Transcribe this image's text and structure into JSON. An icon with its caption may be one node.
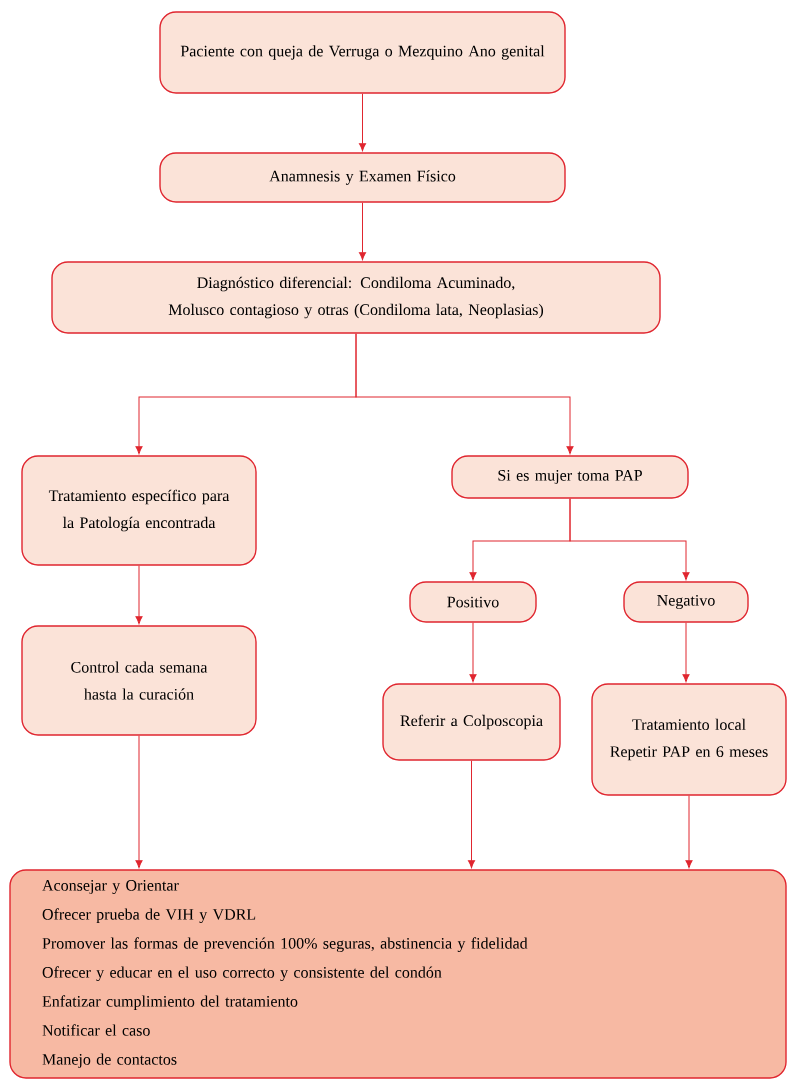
{
  "diagram": {
    "nodes": [
      {
        "text": [
          "Paciente con queja de Verruga o Mezquino Ano genital"
        ]
      },
      {
        "text": [
          "Anamnesis y Examen Físico"
        ]
      },
      {
        "text": [
          "Diagnóstico diferencial: Condiloma Acuminado, Molusco contagioso y otras (Condiloma lata, Neoplasias)"
        ]
      },
      {
        "text": [
          "Tratamiento específico para la Patología encontrada"
        ]
      },
      {
        "text": [
          "Si es mujer toma PAP"
        ]
      },
      {
        "text": [
          "Control cada semana hasta la curación"
        ]
      },
      {
        "text": [
          "Positivo"
        ]
      },
      {
        "text": [
          "Negativo"
        ]
      },
      {
        "text": [
          "Referir a Colposcopia"
        ]
      },
      {
        "text": [
          "Tratamiento local Repetir PAP en 6 meses"
        ]
      },
      {
        "text": [
          "Aconsejar y Orientar",
          "Ofrecer prueba de VIH y VDRL",
          "Promover las formas de prevención 100% seguras, abstinencia y fidelidad",
          "Ofrecer y educar en el uso correcto y consistente del condón",
          "Enfatizar cumplimiento del tratamiento",
          "Notificar el caso",
          "Manejo de contactos"
        ]
      }
    ],
    "edges": [
      {
        "from": 0,
        "to": 1,
        "arrow": "to"
      },
      {
        "from": 1,
        "to": 2,
        "arrow": "to"
      },
      {
        "from": 2,
        "to": 3,
        "arrow": "to"
      },
      {
        "from": 2,
        "to": 4,
        "arrow": "to"
      },
      {
        "from": 3,
        "to": 5,
        "arrow": "to"
      },
      {
        "from": 4,
        "to": 6,
        "arrow": "to"
      },
      {
        "from": 4,
        "to": 7,
        "arrow": "to"
      },
      {
        "from": 6,
        "to": 8,
        "arrow": "to"
      },
      {
        "from": 7,
        "to": 9,
        "arrow": "to"
      },
      {
        "from": 5,
        "to": 10,
        "arrow": "to"
      },
      {
        "from": 8,
        "to": 10,
        "arrow": "to"
      },
      {
        "from": 9,
        "to": 10,
        "arrow": "to"
      }
    ]
  }
}
